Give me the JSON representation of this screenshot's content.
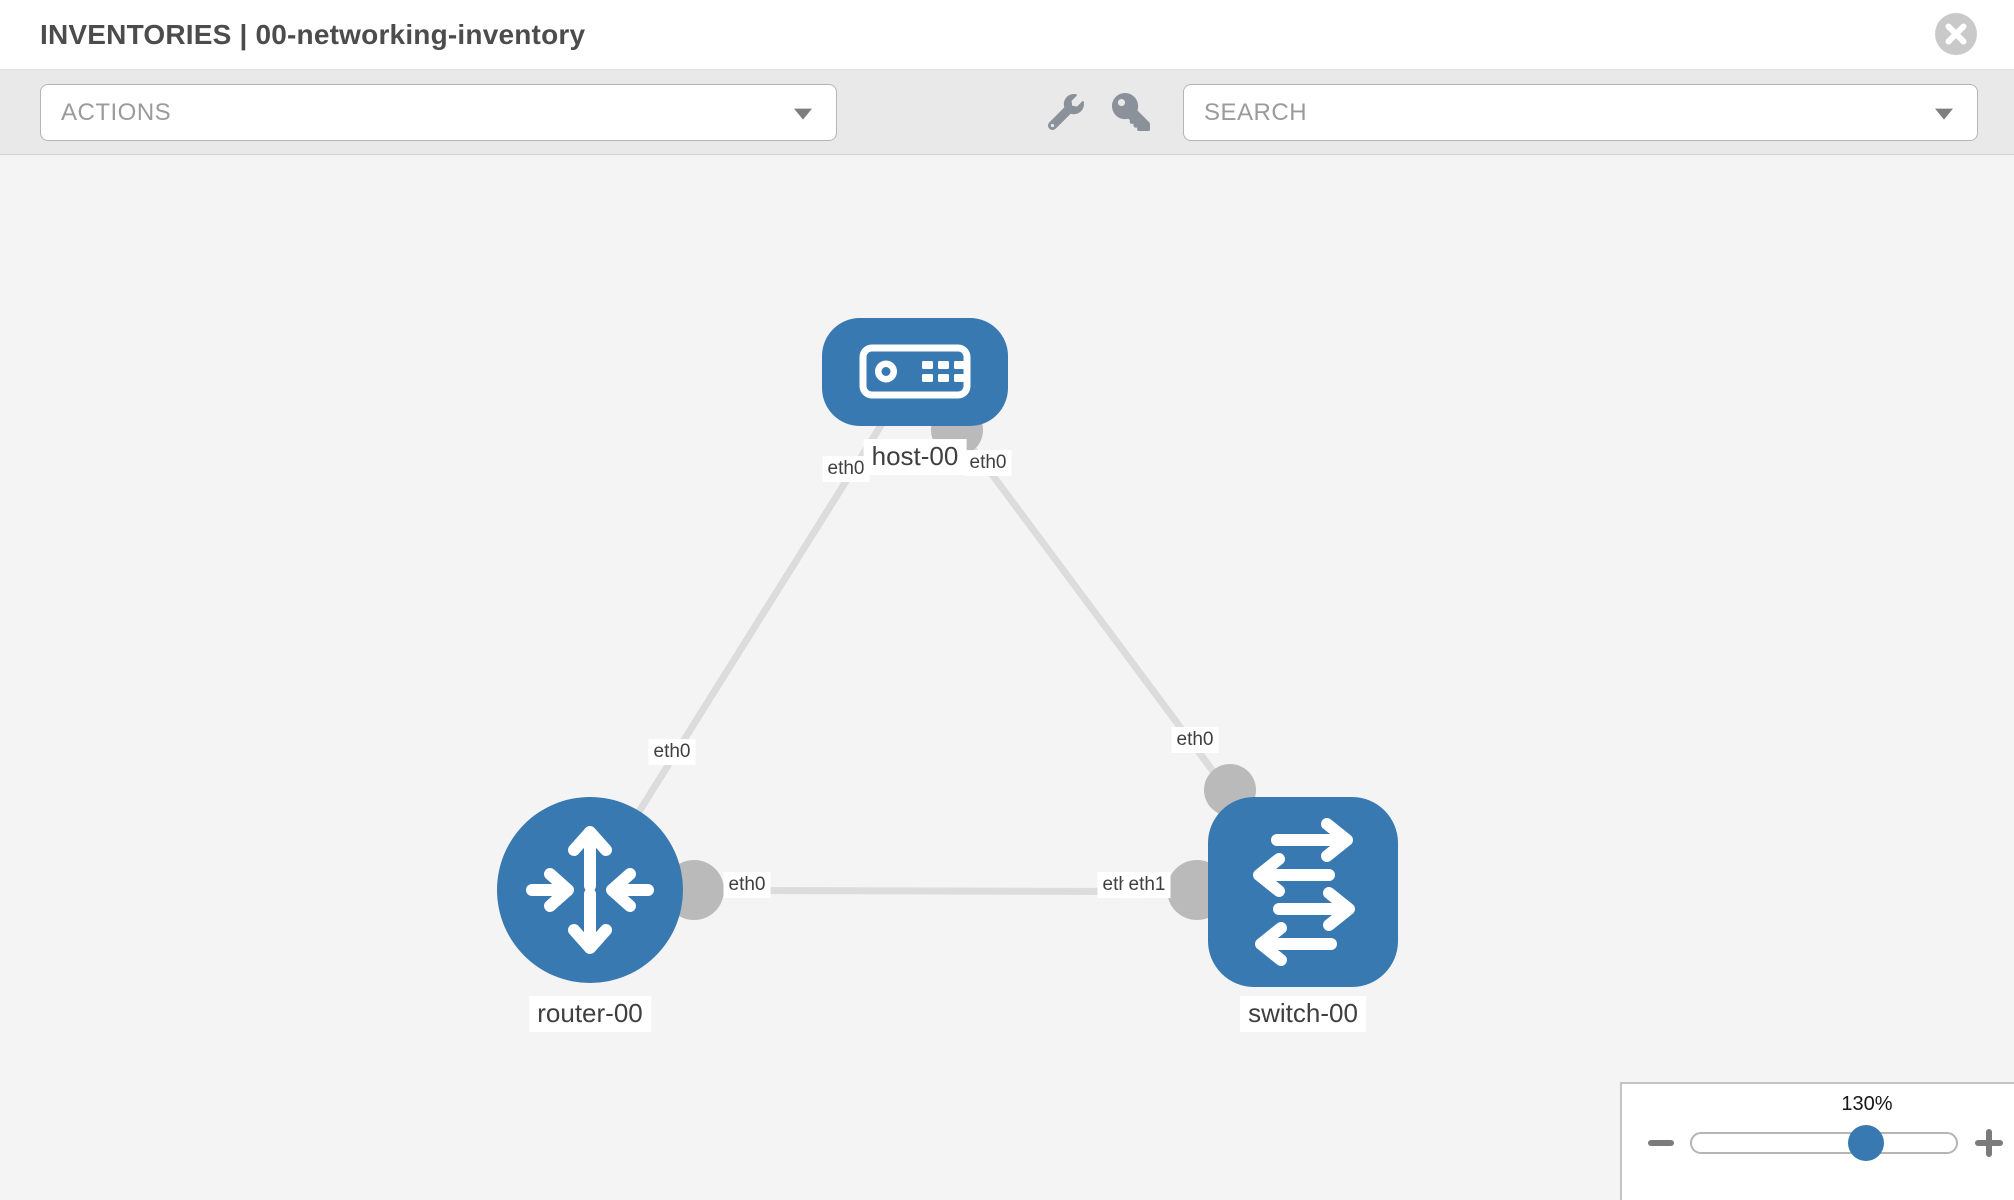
{
  "header": {
    "title": "INVENTORIES | 00-networking-inventory"
  },
  "toolbar": {
    "actions_label": "ACTIONS",
    "search_label": "SEARCH"
  },
  "icons": {
    "close": "x-circle-icon",
    "tools": [
      "wrench-icon",
      "key-icon"
    ],
    "dropdown_caret": "chevron-down-icon",
    "zoom_out": "minus-icon",
    "zoom_in": "plus-icon",
    "node_icons": [
      "server-icon",
      "router-arrows-icon",
      "switch-arrows-icon"
    ]
  },
  "topology": {
    "nodes": [
      {
        "label": "host-00",
        "type": "host",
        "icon": "server-icon"
      },
      {
        "label": "router-00",
        "type": "router",
        "icon": "router-arrows-icon"
      },
      {
        "label": "switch-00",
        "type": "switch",
        "icon": "switch-arrows-icon"
      }
    ],
    "links": [
      {
        "from": "host-00",
        "from_if": "eth0",
        "to": "router-00",
        "to_if": "eth0"
      },
      {
        "from": "host-00",
        "from_if": "eth0",
        "to": "switch-00",
        "to_if": "eth0"
      },
      {
        "from": "router-00",
        "from_if": "eth0",
        "to": "switch-00",
        "to_if": "eth1",
        "to_if_overlapped": "eth0"
      }
    ]
  },
  "zoom_control": {
    "level": "130%"
  },
  "colors": {
    "node_fill": "#3779b0",
    "link_stroke": "#dcdcdc",
    "port_fill": "#bababa",
    "toolbar_bg": "#e9e9e9",
    "canvas_bg": "#f4f4f4",
    "zoom_knob": "#3779b0"
  }
}
